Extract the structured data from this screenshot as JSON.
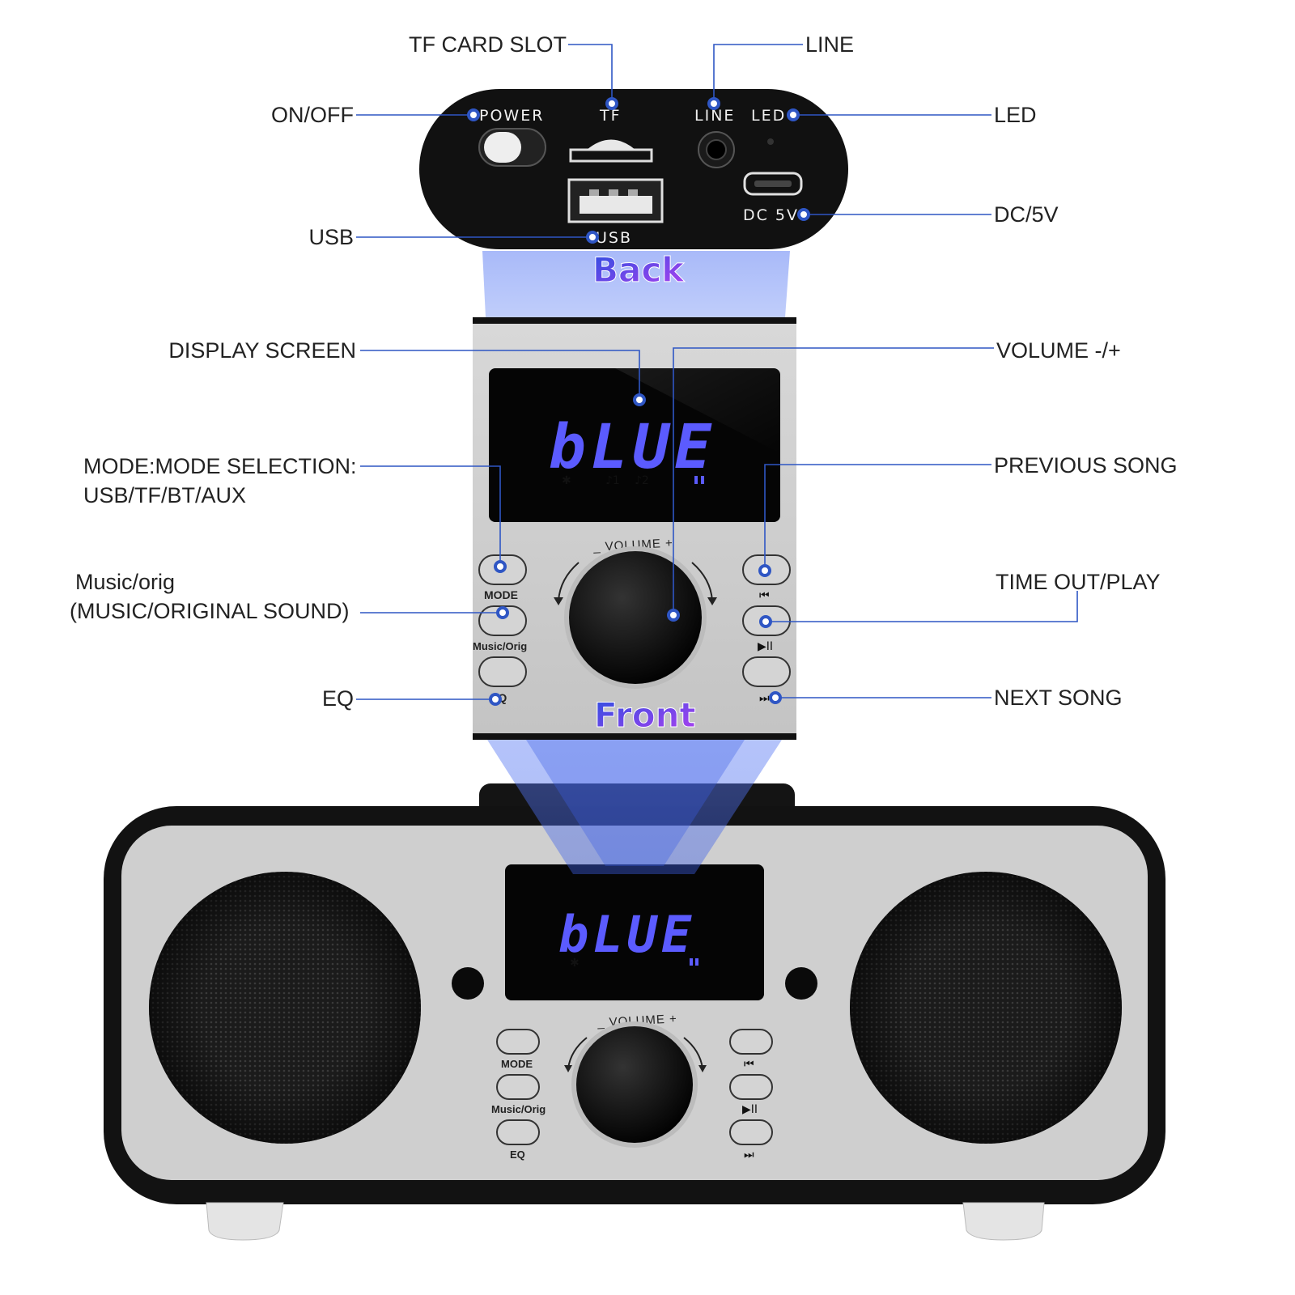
{
  "callouts": {
    "tf_card_slot": "TF CARD SLOT",
    "line": "LINE",
    "on_off": "ON/OFF",
    "led": "LED",
    "usb": "USB",
    "dc_5v": "DC/5V",
    "display_screen": "DISPLAY SCREEN",
    "volume": "VOLUME -/+",
    "mode_line1": "MODE:MODE SELECTION:",
    "mode_line2": "USB/TF/BT/AUX",
    "previous_song": "PREVIOUS SONG",
    "music_orig_line1": "Music/orig",
    "music_orig_line2": "(MUSIC/ORIGINAL SOUND)",
    "time_out_play": "TIME OUT/PLAY",
    "eq": "EQ",
    "next_song": "NEXT SONG"
  },
  "back_panel": {
    "title": "Back",
    "power_label": "POWER",
    "tf_label": "TF",
    "line_label": "LINE",
    "led_label": "LED",
    "dc_label": "DC 5V",
    "usb_label": "USB"
  },
  "front_panel": {
    "title": "Front",
    "lcd_text": "bLUE",
    "volume_label": "_ VOLUME +",
    "mode_label": "MODE",
    "music_label": "Music/Orig",
    "eq_label": "EQ",
    "prev_icon": "⏮",
    "play_icon": "▶II",
    "next_icon": "⏭"
  },
  "speaker": {
    "lcd_text": "bLUE",
    "volume_label": "_ VOLUME +",
    "mode_label": "MODE",
    "music_label": "Music/Orig",
    "eq_label": "EQ",
    "prev_icon": "⏮",
    "play_icon": "▶II",
    "next_icon": "⏭"
  },
  "colors": {
    "callout_line": "#2f56c4",
    "lcd_blue": "#5b5bff",
    "beam_blue": "#6f8cf5",
    "title_gradient_start": "#2b4fe0",
    "title_gradient_end": "#a040f0"
  }
}
